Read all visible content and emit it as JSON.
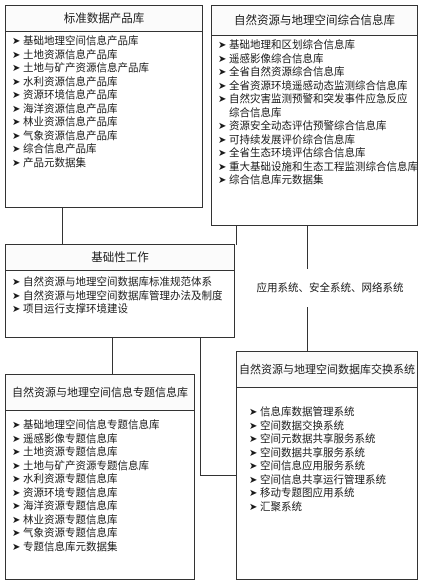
{
  "bullet_glyph": "➤",
  "boxes": {
    "standard": {
      "title": "标准数据产品库",
      "items": [
        "基础地理空间信息产品库",
        "土地资源信息产品库",
        "土地与矿产资源信息产品库",
        "水利资源信息产品库",
        "资源环境信息产品库",
        "海洋资源信息产品库",
        "林业资源信息产品库",
        "气象资源信息产品库",
        "综合信息产品库",
        "产品元数据集"
      ]
    },
    "integrated": {
      "title": "自然资源与地理空间综合信息库",
      "items": [
        "基础地理和区划综合信息库",
        "遥感影像综合信息库",
        "全省自然资源综合信息库",
        "全省资源环境遥感动态监测综合信息库",
        "自然灾害监测预警和突发事件应急反应综合信息库",
        "资源安全动态评估预警综合信息库",
        "可持续发展评价综合信息库",
        "全省生态环境评估综合信息库",
        "重大基础设施和生态工程监测综合信息库",
        "综合信息库元数据集"
      ]
    },
    "basic": {
      "title": "基础性工作",
      "items": [
        "自然资源与地理空间数据库标准规范体系",
        "自然资源与地理空间数据库管理办法及制度",
        "项目运行支撑环境建设"
      ]
    },
    "thematic": {
      "title": "自然资源与地理空间信息专题信息库",
      "items": [
        "基础地理空间信息专题信息库",
        "遥感影像专题信息库",
        "土地资源专题信息库",
        "土地与矿产资源专题信息库",
        "水利资源专题信息库",
        "资源环境专题信息库",
        "海洋资源专题信息库",
        "林业资源专题信息库",
        "气象资源专题信息库",
        "专题信息库元数据集"
      ]
    },
    "exchange": {
      "title": "自然资源与地理空间数据库交换系统",
      "items": [
        "信息库数据管理系统",
        "空间数据交换系统",
        "空间元数据共享服务系统",
        "空间数据共享服务系统",
        "空间信息应用服务系统",
        "空间信息共享运行管理系统",
        "移动专题图应用系统",
        "汇聚系统"
      ]
    }
  },
  "app_system_label": "应用系统、安全系统、网络系统"
}
